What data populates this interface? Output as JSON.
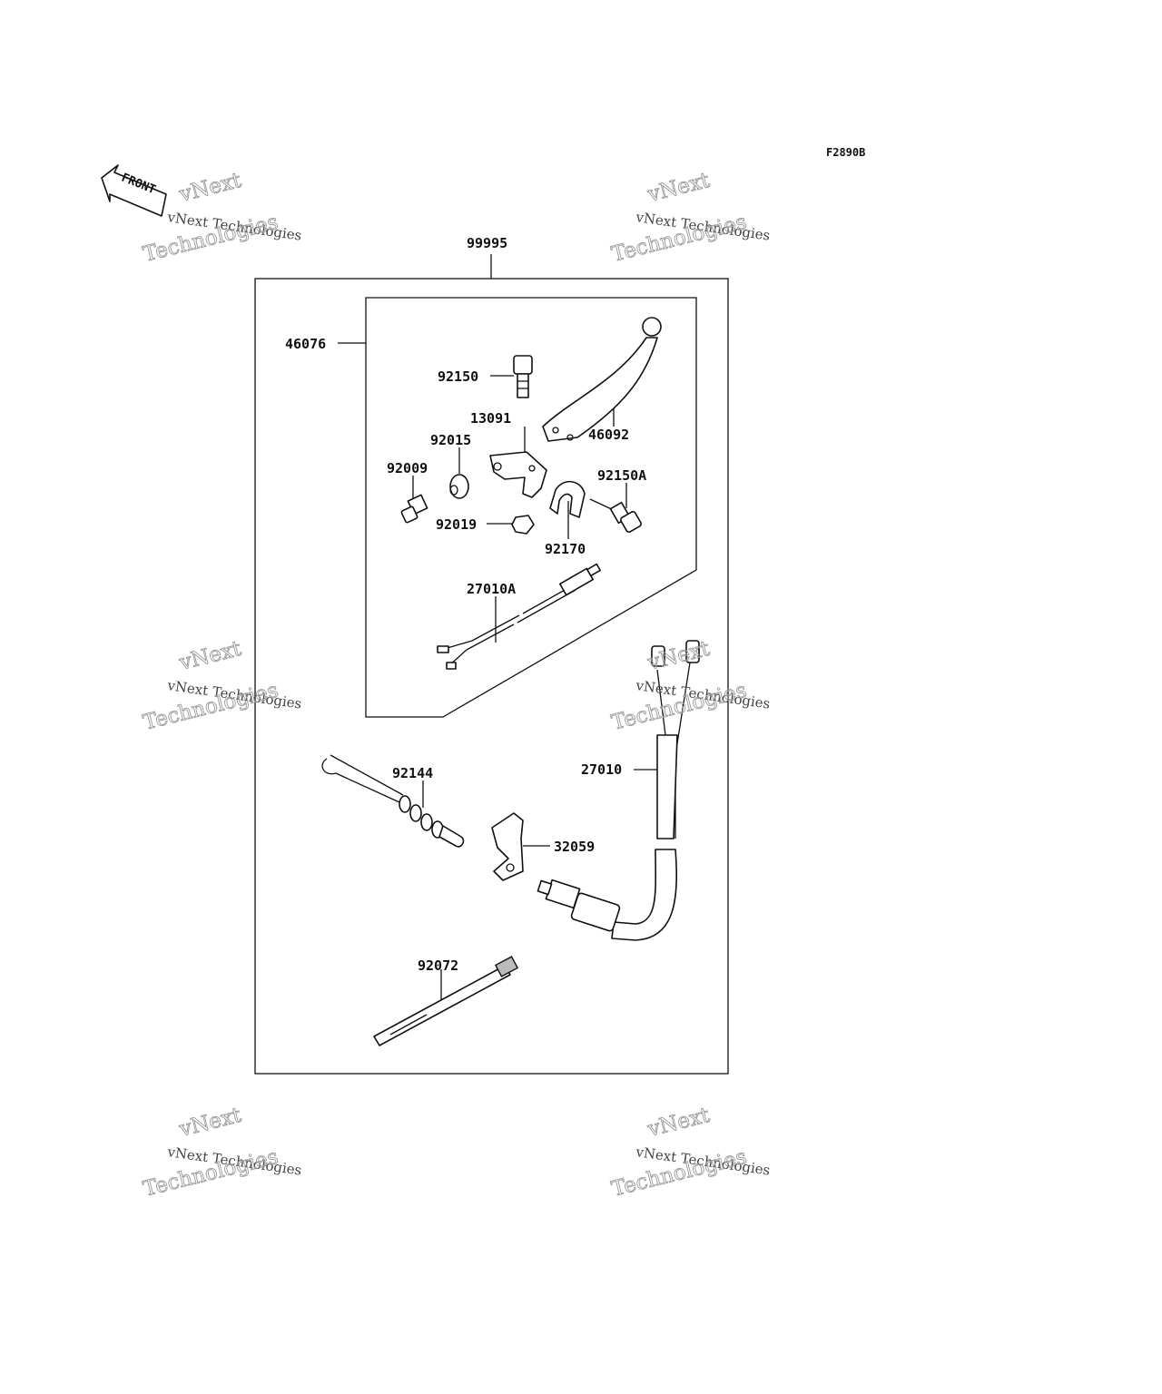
{
  "diagram_code": "F2890B",
  "front_label": "FRONT",
  "watermark": {
    "line1": "vNext",
    "line2": "vNext Technologies",
    "line3": "Technologies"
  },
  "parts": {
    "p99995": "99995",
    "p46076": "46076",
    "p92150": "92150",
    "p13091": "13091",
    "p46092": "46092",
    "p92015": "92015",
    "p92009": "92009",
    "p92150A": "92150A",
    "p92019": "92019",
    "p92170": "92170",
    "p27010A": "27010A",
    "p92144": "92144",
    "p27010": "27010",
    "p32059": "32059",
    "p92072": "92072"
  }
}
